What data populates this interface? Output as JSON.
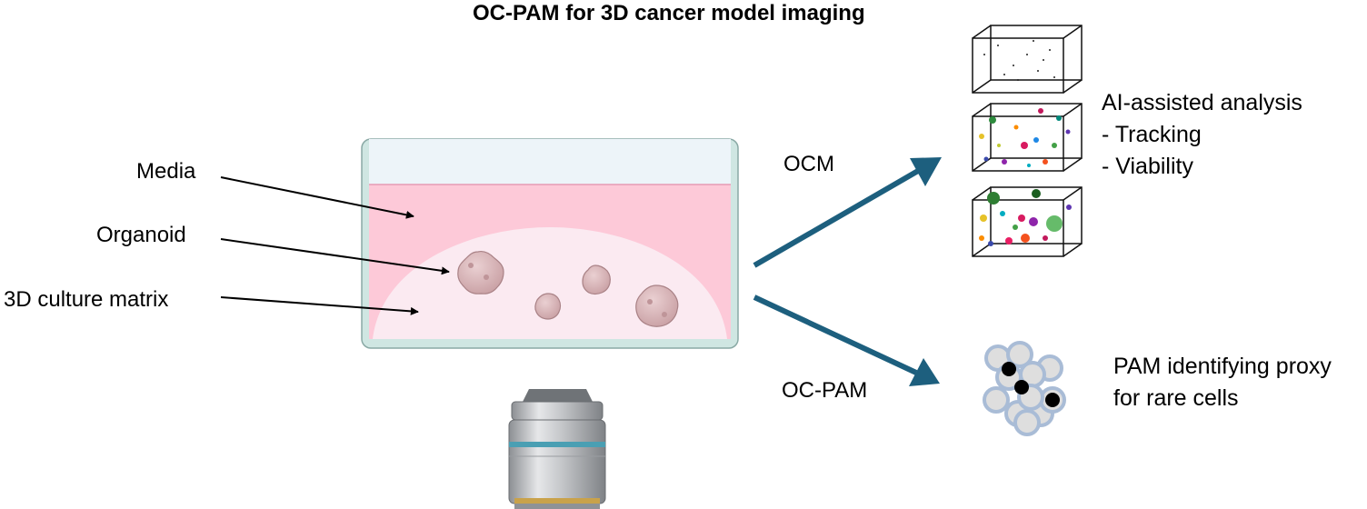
{
  "title": "OC-PAM for 3D cancer model imaging",
  "labels": {
    "media": "Media",
    "organoid": "Organoid",
    "matrix": "3D culture matrix"
  },
  "branches": {
    "ocm": "OCM",
    "ocpam": "OC-PAM"
  },
  "ocm_result": {
    "line1": "AI-assisted analysis",
    "line2": "- Tracking",
    "line3": "- Viability"
  },
  "pam_result": {
    "line1": "PAM identifying proxy",
    "line2": "for rare cells"
  },
  "colors": {
    "arrow": "#1d5f7e",
    "media": "#fdc9d8",
    "matrix": "#fbeaf1",
    "dish_wall": "#cfe6e2",
    "organoid": "#d9b3b6",
    "objective_band": "#4a9fb3"
  }
}
